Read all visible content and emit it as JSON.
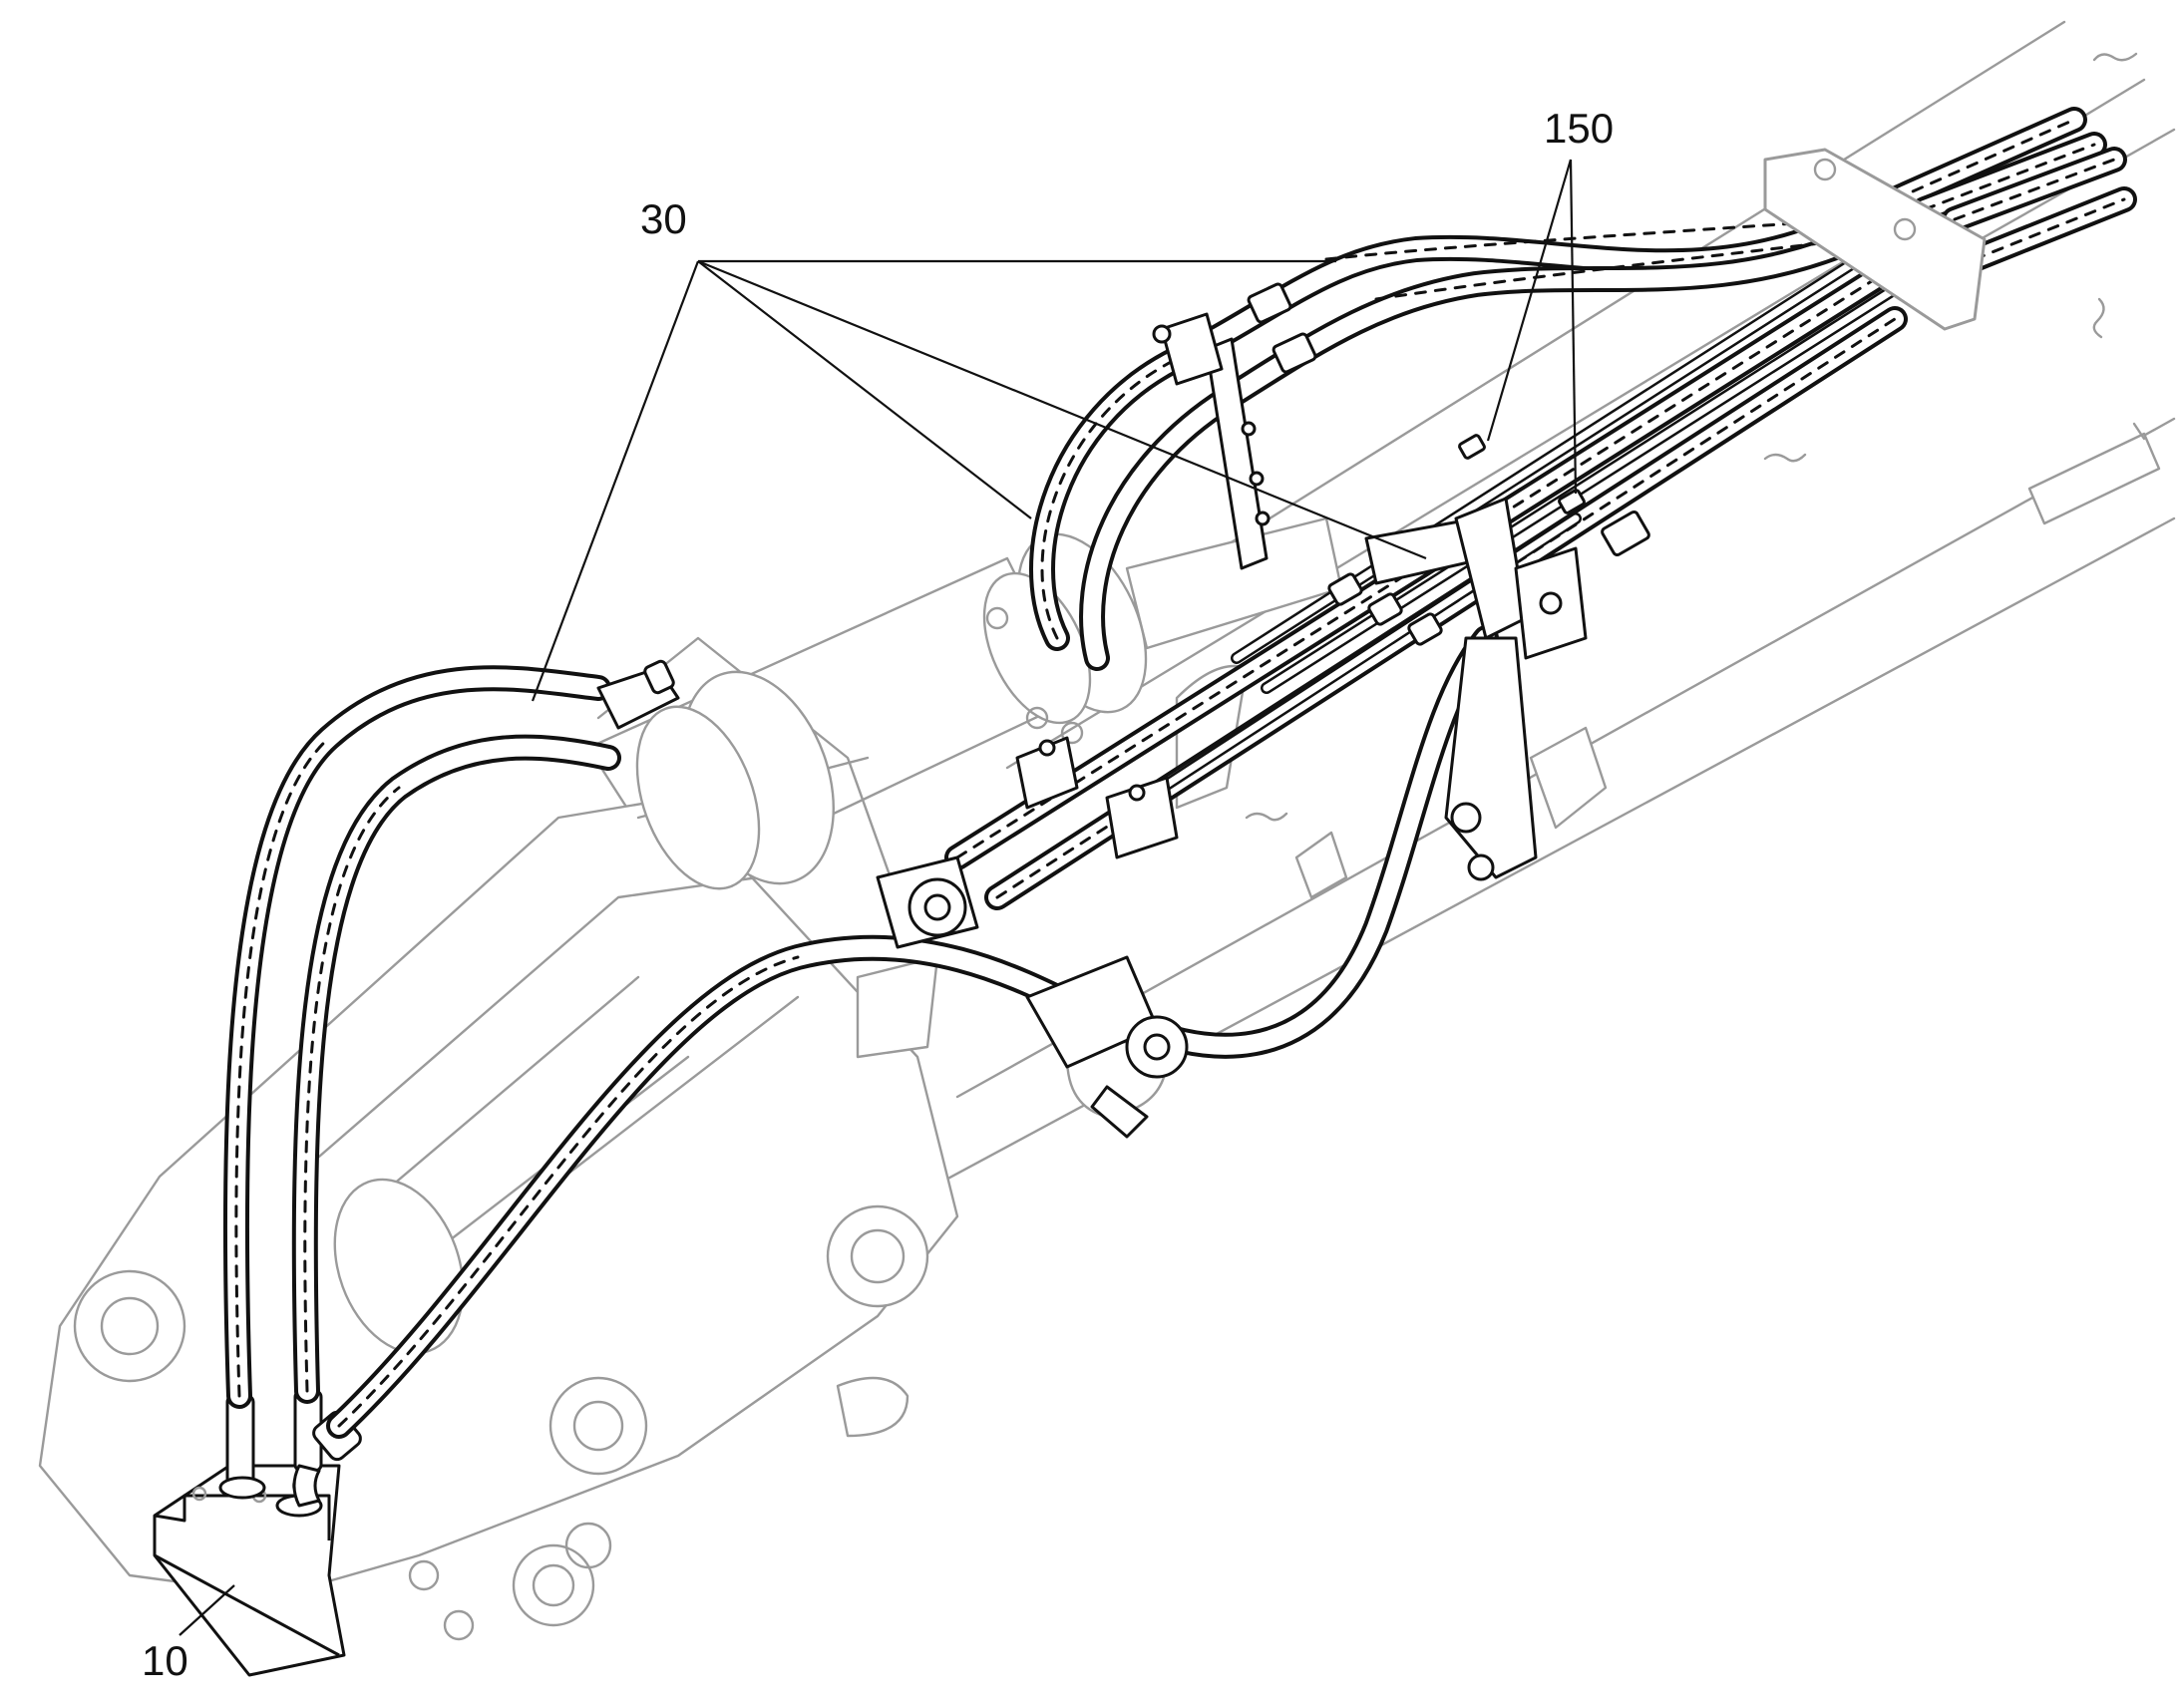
{
  "callouts": [
    {
      "id": "10",
      "text": "10"
    },
    {
      "id": "30",
      "text": "30"
    },
    {
      "id": "150",
      "text": "150"
    }
  ],
  "colors": {
    "background": "#ffffff",
    "line_art": "#111111",
    "ghost_parts": "#9a9a9a"
  }
}
